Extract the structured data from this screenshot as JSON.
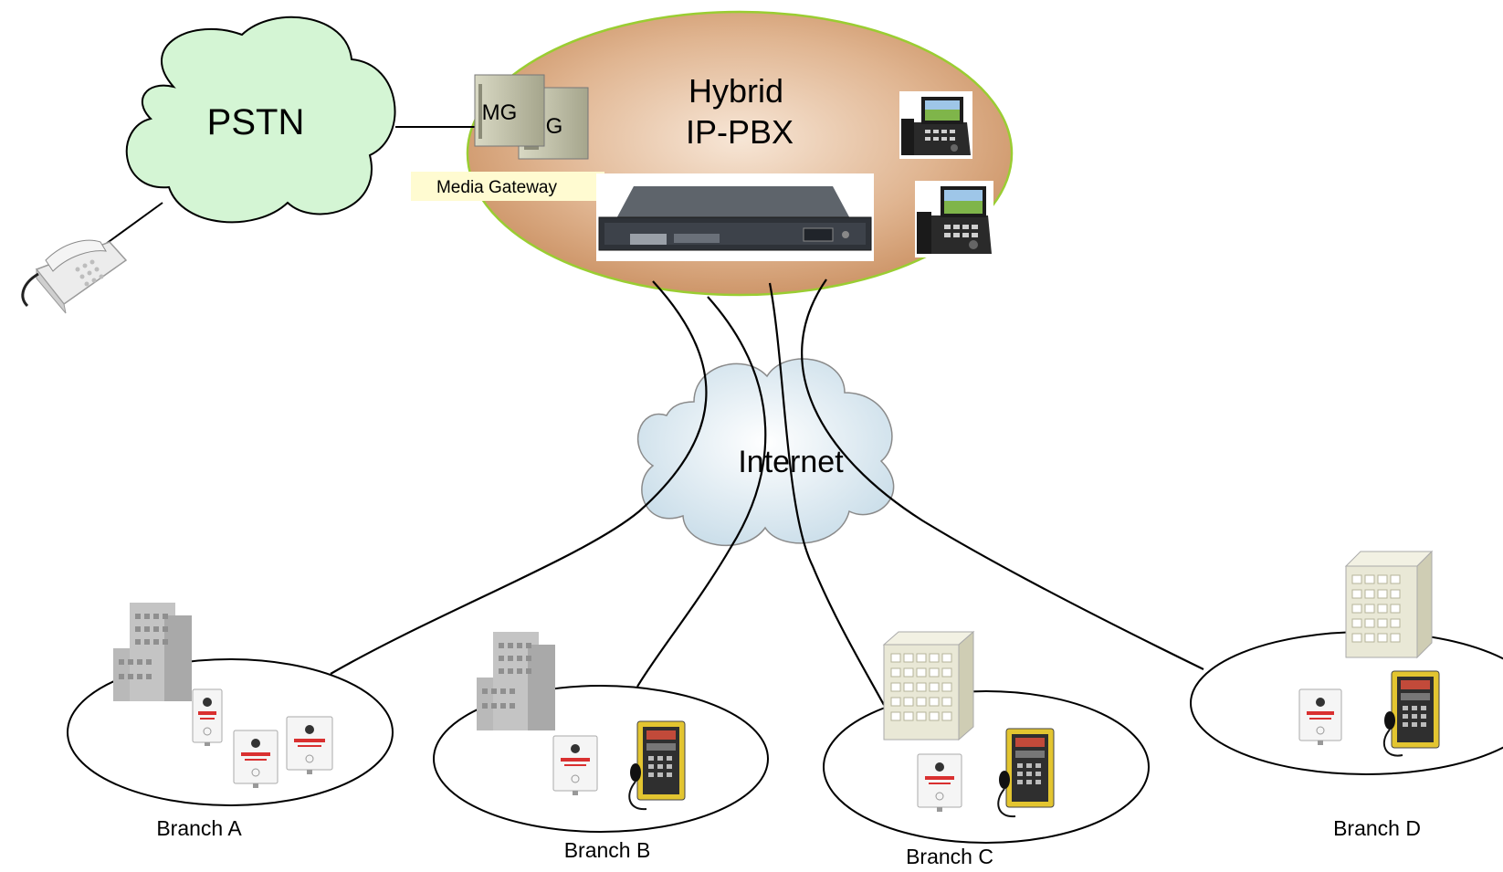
{
  "labels": {
    "pstn": "PSTN",
    "hybrid_line1": "Hybrid",
    "hybrid_line2": "IP-PBX",
    "mg_front": "MG",
    "mg_back": "G",
    "media_gateway": "Media Gateway",
    "internet": "Internet"
  },
  "branches": [
    {
      "label": "Branch A"
    },
    {
      "label": "Branch B"
    },
    {
      "label": "Branch C"
    },
    {
      "label": "Branch D"
    }
  ],
  "colors": {
    "pstn_fill": "#d4f5d4",
    "pbx_fill": "#d8a57c",
    "pbx_border": "#9acd32",
    "internet_fill": "#dceaf2",
    "media_gateway_bg": "#fffbd1",
    "building_gray": "#b9b9b9",
    "building_beige": "#e9e8d6",
    "payphone_yellow": "#e3c530"
  },
  "icons": {
    "landline_phone": "desk-phone-icon",
    "ip_phone": "ip-phone-icon",
    "pbx_server": "rack-server-icon",
    "gateway": "server-tower-icon",
    "building": "office-building-icon",
    "intercom": "emergency-intercom-icon",
    "payphone": "payphone-icon"
  }
}
